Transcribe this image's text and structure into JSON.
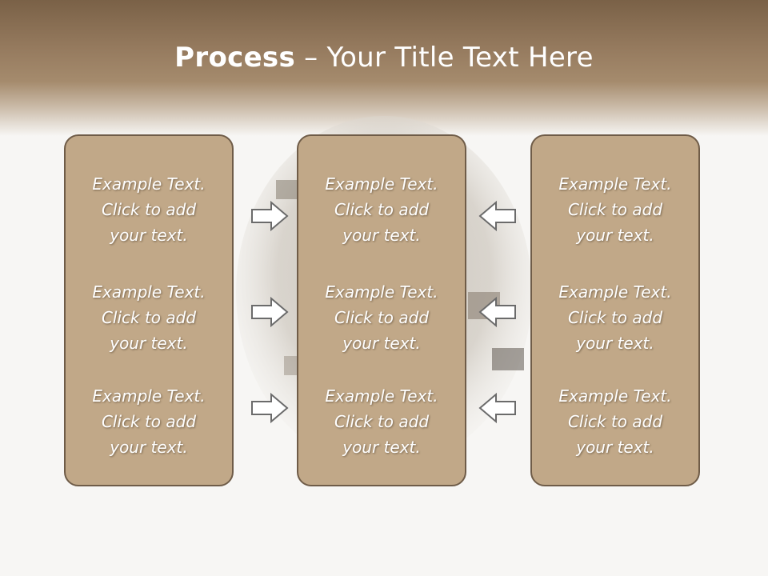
{
  "slide": {
    "title_bold": "Process",
    "title_rest": " – Your Title Text Here"
  },
  "columns": [
    {
      "items": [
        "Example Text.\nClick  to add\nyour text.",
        "Example Text.\nClick  to add\nyour text.",
        "Example Text.\nClick  to add\nyour text."
      ]
    },
    {
      "items": [
        "Example Text.\nClick  to add\nyour text.",
        "Example Text.\nClick  to add\nyour text.",
        "Example Text.\nClick  to add\nyour text."
      ]
    },
    {
      "items": [
        "Example Text.\nClick  to add\nyour text.",
        "Example Text.\nClick  to add\nyour text.",
        "Example Text.\nClick  to add\nyour text."
      ]
    }
  ],
  "arrows": {
    "left_group": "right-arrow-icon",
    "right_group": "left-arrow-icon"
  },
  "colors": {
    "header": "#957a5e",
    "panel_fill": "#c1a888",
    "panel_border": "#6f5c48",
    "arrow_fill": "#ffffff",
    "arrow_stroke": "#6b6b6b"
  }
}
